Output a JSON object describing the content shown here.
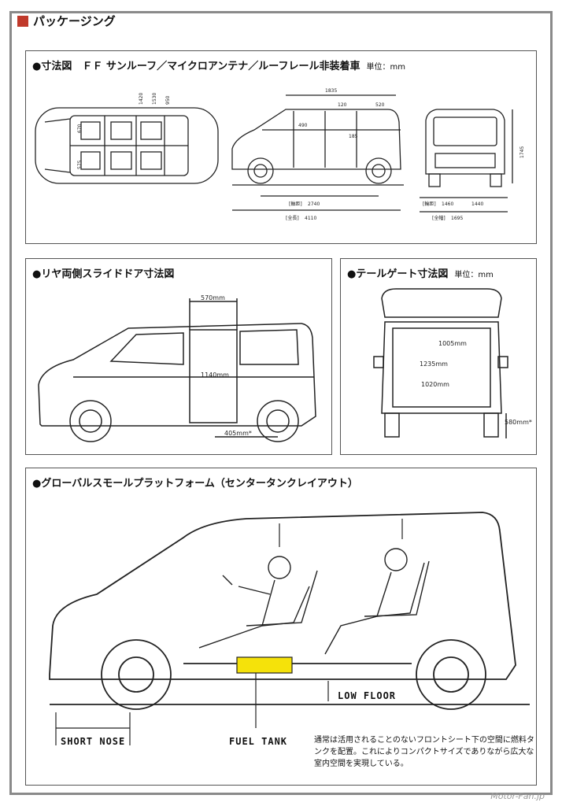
{
  "header": {
    "title": "パッケージング"
  },
  "dimensions_panel": {
    "title": "●寸法図　ＦＦ サンルーフ／マイクロアンテナ／ルーフレール非装着車",
    "unit": "単位：mm",
    "top_view": {
      "values": [
        "670",
        "575",
        "1420",
        "1530",
        "950"
      ]
    },
    "side_view": {
      "values": [
        "1835",
        "490",
        "120",
        "185",
        "520"
      ],
      "wheelbase": "2740",
      "length": "4110",
      "wheelbase_label": "[軸距]",
      "length_label": "[全長]"
    },
    "rear_view": {
      "height": "1745",
      "tread_label": "[輪距]",
      "tread_front": "1460",
      "tread_rear": "1440",
      "width_label": "[全幅]",
      "width": "1695"
    }
  },
  "slide_door_panel": {
    "title": "●リヤ両側スライドドア寸法図",
    "width": "570mm",
    "height": "1140mm",
    "step": "405mm*"
  },
  "tailgate_panel": {
    "title": "●テールゲート寸法図",
    "unit": "単位：mm",
    "opening_height": "1005mm",
    "width_upper": "1235mm",
    "width_lower": "1020mm",
    "sill_height": "580mm*"
  },
  "platform_panel": {
    "title": "●グローバルスモールプラットフォーム（センタータンクレイアウト）",
    "label_low_floor": "LOW FLOOR",
    "label_short_nose": "SHORT NOSE",
    "label_fuel_tank": "FUEL TANK",
    "note": "通常は活用されることのないフロントシート下の空間に燃料タンクを配置。これによりコンパクトサイズでありながら広大な室内空間を実現している。"
  },
  "colors": {
    "accent": "#c0392b",
    "fuel_tank": "#f5e20a"
  },
  "watermark": "Motor-Fan.jp"
}
